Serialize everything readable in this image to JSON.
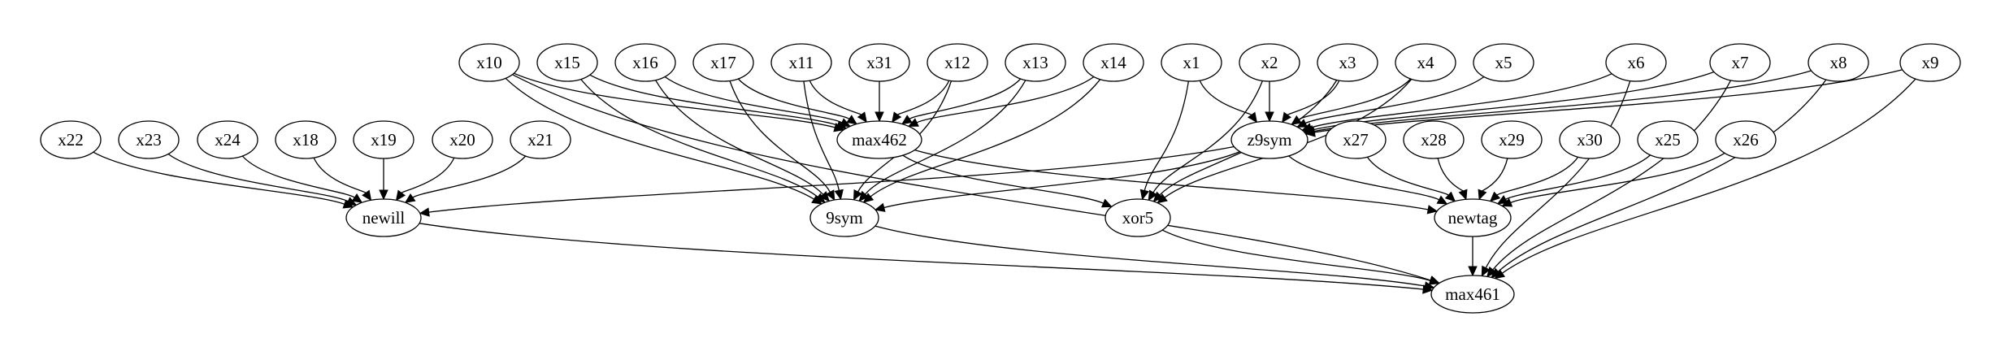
{
  "diagram": {
    "type": "directed-graph",
    "nodes": [
      "x10",
      "x15",
      "x16",
      "x17",
      "x11",
      "x31",
      "x12",
      "x13",
      "x14",
      "x1",
      "x2",
      "x3",
      "x4",
      "x5",
      "x6",
      "x7",
      "x8",
      "x9",
      "x22",
      "x23",
      "x24",
      "x18",
      "x19",
      "x20",
      "x21",
      "max462",
      "z9sym",
      "x27",
      "x28",
      "x29",
      "x30",
      "x25",
      "x26",
      "newill",
      "9sym",
      "xor5",
      "newtag",
      "max461"
    ],
    "edges": [
      [
        "x10",
        "max462"
      ],
      [
        "x15",
        "max462"
      ],
      [
        "x16",
        "max462"
      ],
      [
        "x17",
        "max462"
      ],
      [
        "x11",
        "max462"
      ],
      [
        "x31",
        "max462"
      ],
      [
        "x12",
        "max462"
      ],
      [
        "x13",
        "max462"
      ],
      [
        "x14",
        "max462"
      ],
      [
        "x10",
        "9sym"
      ],
      [
        "x15",
        "9sym"
      ],
      [
        "x16",
        "9sym"
      ],
      [
        "x17",
        "9sym"
      ],
      [
        "x11",
        "9sym"
      ],
      [
        "x12",
        "9sym"
      ],
      [
        "x13",
        "9sym"
      ],
      [
        "x14",
        "9sym"
      ],
      [
        "x10",
        "max461"
      ],
      [
        "x1",
        "z9sym"
      ],
      [
        "x2",
        "z9sym"
      ],
      [
        "x3",
        "z9sym"
      ],
      [
        "x4",
        "z9sym"
      ],
      [
        "x5",
        "z9sym"
      ],
      [
        "x6",
        "z9sym"
      ],
      [
        "x7",
        "z9sym"
      ],
      [
        "x8",
        "z9sym"
      ],
      [
        "x9",
        "z9sym"
      ],
      [
        "x1",
        "xor5"
      ],
      [
        "x2",
        "xor5"
      ],
      [
        "x3",
        "xor5"
      ],
      [
        "x4",
        "xor5"
      ],
      [
        "x6",
        "max461"
      ],
      [
        "x7",
        "max461"
      ],
      [
        "x8",
        "max461"
      ],
      [
        "x9",
        "max461"
      ],
      [
        "x22",
        "newill"
      ],
      [
        "x23",
        "newill"
      ],
      [
        "x24",
        "newill"
      ],
      [
        "x18",
        "newill"
      ],
      [
        "x19",
        "newill"
      ],
      [
        "x20",
        "newill"
      ],
      [
        "x21",
        "newill"
      ],
      [
        "z9sym",
        "newill"
      ],
      [
        "z9sym",
        "9sym"
      ],
      [
        "z9sym",
        "newtag"
      ],
      [
        "max462",
        "xor5"
      ],
      [
        "max462",
        "newtag"
      ],
      [
        "x27",
        "newtag"
      ],
      [
        "x28",
        "newtag"
      ],
      [
        "x29",
        "newtag"
      ],
      [
        "x30",
        "newtag"
      ],
      [
        "x25",
        "newtag"
      ],
      [
        "x26",
        "newtag"
      ],
      [
        "newill",
        "max461"
      ],
      [
        "9sym",
        "max461"
      ],
      [
        "xor5",
        "max461"
      ],
      [
        "newtag",
        "max461"
      ]
    ]
  }
}
